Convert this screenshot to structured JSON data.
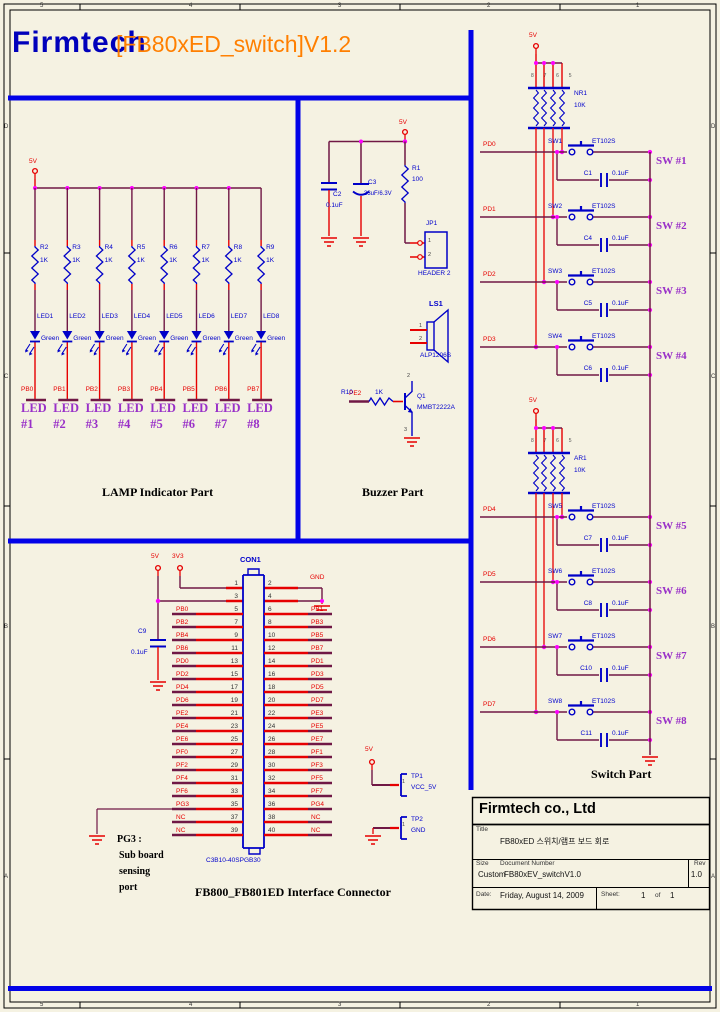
{
  "frame": {
    "cols": [
      "5",
      "4",
      "3",
      "2",
      "1"
    ],
    "rows": [
      "D",
      "C",
      "B",
      "A"
    ]
  },
  "header": {
    "brand": "Firmtech",
    "version": "[FB80xED_switch]V1.2"
  },
  "colors": {
    "accent_blue": "#0202E8",
    "wire": "#701845",
    "component_blue": "#0000CC",
    "net_red": "#E60000",
    "junction_magenta": "#FF00FF",
    "section_purple": "#9930C8",
    "brand_blue": "#0000BB",
    "version_orange": "#FF7F00"
  },
  "lamp": {
    "power": "5V",
    "caption": "LAMP Indicator Part",
    "columns": [
      {
        "r": "R2",
        "rv": "1K",
        "led": "LED1",
        "color": "Green",
        "net": "PB0",
        "label": "LED",
        "num": "#1"
      },
      {
        "r": "R3",
        "rv": "1K",
        "led": "LED2",
        "color": "Green",
        "net": "PB1",
        "label": "LED",
        "num": "#2"
      },
      {
        "r": "R4",
        "rv": "1K",
        "led": "LED3",
        "color": "Green",
        "net": "PB2",
        "label": "LED",
        "num": "#3"
      },
      {
        "r": "R5",
        "rv": "1K",
        "led": "LED4",
        "color": "Green",
        "net": "PB3",
        "label": "LED",
        "num": "#4"
      },
      {
        "r": "R6",
        "rv": "1K",
        "led": "LED5",
        "color": "Green",
        "net": "PB4",
        "label": "LED",
        "num": "#5"
      },
      {
        "r": "R7",
        "rv": "1K",
        "led": "LED6",
        "color": "Green",
        "net": "PB5",
        "label": "LED",
        "num": "#6"
      },
      {
        "r": "R8",
        "rv": "1K",
        "led": "LED7",
        "color": "Green",
        "net": "PB6",
        "label": "LED",
        "num": "#7"
      },
      {
        "r": "R9",
        "rv": "1K",
        "led": "LED8",
        "color": "Green",
        "net": "PB7",
        "label": "LED",
        "num": "#8"
      }
    ]
  },
  "buzzer": {
    "power": "5V",
    "caption": "Buzzer Part",
    "c2": {
      "ref": "C2",
      "value": "0.1uF"
    },
    "c3": {
      "ref": "C3",
      "value": "33uF/6.3V"
    },
    "r1": {
      "ref": "R1",
      "value": "100"
    },
    "jp1": {
      "ref": "JP1",
      "type": "HEADER 2",
      "pin1": "1",
      "pin2": "2"
    },
    "ls1": {
      "ref": "LS1",
      "type": "ALP1206S",
      "pin1": "1",
      "pin2": "2"
    },
    "r10": {
      "ref": "R10",
      "value": "1K"
    },
    "q1": {
      "ref": "Q1",
      "type": "MMBT2222A",
      "pin_c": "2",
      "pin_e": "3"
    },
    "net": "PE2"
  },
  "switches": {
    "caption": "Switch Part",
    "group1": {
      "power": "5V",
      "array": {
        "ref": "NR1",
        "value": "10K",
        "pins": "8 7 6 5"
      },
      "rows": [
        {
          "sw": "SW1",
          "type": "ET102S",
          "cap": "C1",
          "capv": "0.1uF",
          "net": "PD0",
          "label": "SW #1"
        },
        {
          "sw": "SW2",
          "type": "ET102S",
          "cap": "C4",
          "capv": "0.1uF",
          "net": "PD1",
          "label": "SW #2"
        },
        {
          "sw": "SW3",
          "type": "ET102S",
          "cap": "C5",
          "capv": "0.1uF",
          "net": "PD2",
          "label": "SW #3"
        },
        {
          "sw": "SW4",
          "type": "ET102S",
          "cap": "C6",
          "capv": "0.1uF",
          "net": "PD3",
          "label": "SW #4"
        }
      ]
    },
    "group2": {
      "power": "5V",
      "array": {
        "ref": "AR1",
        "value": "10K",
        "pins": "8 7 6 5"
      },
      "rows": [
        {
          "sw": "SW5",
          "type": "ET102S",
          "cap": "C7",
          "capv": "0.1uF",
          "net": "PD4",
          "label": "SW #5"
        },
        {
          "sw": "SW6",
          "type": "ET102S",
          "cap": "C8",
          "capv": "0.1uF",
          "net": "PD5",
          "label": "SW #6"
        },
        {
          "sw": "SW7",
          "type": "ET102S",
          "cap": "C10",
          "capv": "0.1uF",
          "net": "PD6",
          "label": "SW #7"
        },
        {
          "sw": "SW8",
          "type": "ET102S",
          "cap": "C11",
          "capv": "0.1uF",
          "net": "PD7",
          "label": "SW #8"
        }
      ]
    }
  },
  "connector": {
    "ref": "CON1",
    "part": "C3B10-40SPGB30",
    "caption": "FB800_FB801ED Interface Connector",
    "rail_5v": "5V",
    "rail_3v3": "3V3",
    "gnd": "GND",
    "c9": {
      "ref": "C9",
      "value": "0.1uF"
    },
    "note": {
      "line1": "PG3 :",
      "line2": "Sub board",
      "line3": "sensing",
      "line4": "port"
    },
    "rows": [
      {
        "lp": "1",
        "ll": "",
        "rp": "2",
        "rl": ""
      },
      {
        "lp": "3",
        "ll": "",
        "rp": "4",
        "rl": ""
      },
      {
        "lp": "5",
        "ll": "PB0",
        "rp": "6",
        "rl": "PB1"
      },
      {
        "lp": "7",
        "ll": "PB2",
        "rp": "8",
        "rl": "PB3"
      },
      {
        "lp": "9",
        "ll": "PB4",
        "rp": "10",
        "rl": "PB5"
      },
      {
        "lp": "11",
        "ll": "PB6",
        "rp": "12",
        "rl": "PB7"
      },
      {
        "lp": "13",
        "ll": "PD0",
        "rp": "14",
        "rl": "PD1"
      },
      {
        "lp": "15",
        "ll": "PD2",
        "rp": "16",
        "rl": "PD3"
      },
      {
        "lp": "17",
        "ll": "PD4",
        "rp": "18",
        "rl": "PD5"
      },
      {
        "lp": "19",
        "ll": "PD6",
        "rp": "20",
        "rl": "PD7"
      },
      {
        "lp": "21",
        "ll": "PE2",
        "rp": "22",
        "rl": "PE3"
      },
      {
        "lp": "23",
        "ll": "PE4",
        "rp": "24",
        "rl": "PE5"
      },
      {
        "lp": "25",
        "ll": "PE6",
        "rp": "26",
        "rl": "PE7"
      },
      {
        "lp": "27",
        "ll": "PF0",
        "rp": "28",
        "rl": "PF1"
      },
      {
        "lp": "29",
        "ll": "PF2",
        "rp": "30",
        "rl": "PF3"
      },
      {
        "lp": "31",
        "ll": "PF4",
        "rp": "32",
        "rl": "PF5"
      },
      {
        "lp": "33",
        "ll": "PF6",
        "rp": "34",
        "rl": "PF7"
      },
      {
        "lp": "35",
        "ll": "PG3",
        "rp": "36",
        "rl": "PG4"
      },
      {
        "lp": "37",
        "ll": "NC",
        "rp": "38",
        "rl": "NC"
      },
      {
        "lp": "39",
        "ll": "NC",
        "rp": "40",
        "rl": "NC"
      }
    ]
  },
  "testpoints": {
    "power": "5V",
    "tp1": {
      "ref": "TP1",
      "net": "VCC_5V",
      "pin": "1"
    },
    "tp2": {
      "ref": "TP2",
      "net": "GND",
      "pin": "1"
    }
  },
  "titleblock": {
    "company": "Firmtech co., Ltd",
    "title_label": "Title",
    "title": "FB80xED 스위치/램프 보드 회로",
    "size_label": "Size",
    "size": "Custom",
    "docnum_label": "Document Number",
    "docnum": "FB80xEV_switchV1.0",
    "rev_label": "Rev",
    "rev": "1.0",
    "date_label": "Date:",
    "date": "Friday, August 14, 2009",
    "sheet_label": "Sheet:",
    "sheet": "1",
    "of_label": "of",
    "sheet_total": "1"
  }
}
